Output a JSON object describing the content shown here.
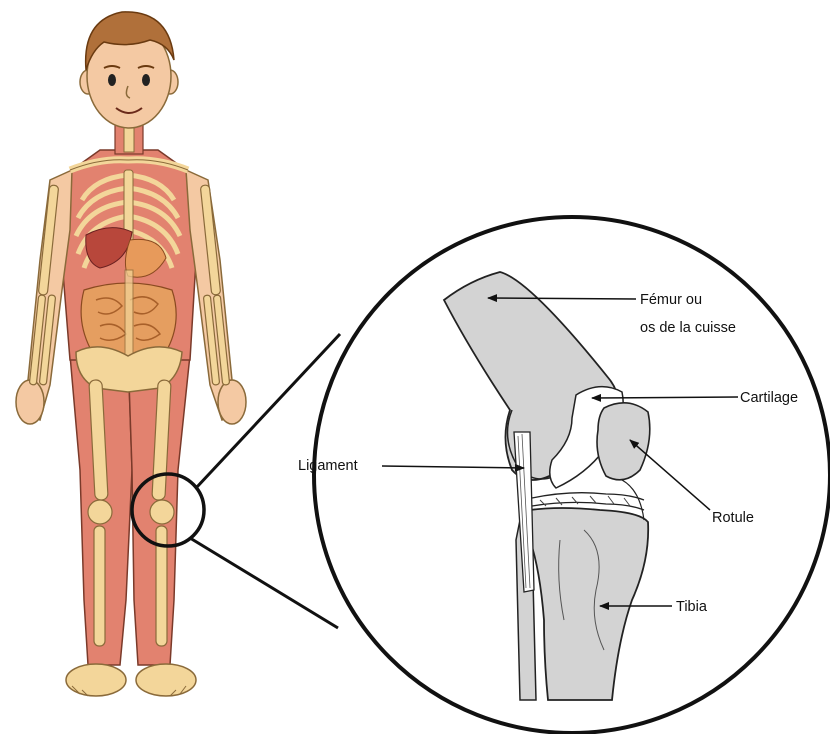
{
  "labels": {
    "femur_line1": "Fémur ou",
    "femur_line2": "os de la cuisse",
    "cartilage": "Cartilage",
    "ligament": "Ligament",
    "rotule": "Rotule",
    "tibia": "Tibia"
  },
  "colors": {
    "skin": "#f4c9a3",
    "hair": "#b0703a",
    "bone": "#f3d69a",
    "bone_stroke": "#8a6a3a",
    "muscle": "#e2826f",
    "muscle_dark": "#c9634f",
    "liver": "#b8473b",
    "stomach": "#e79a5b",
    "intestine": "#e59e60",
    "knee_gray": "#d3d3d3",
    "outline": "#111111"
  }
}
